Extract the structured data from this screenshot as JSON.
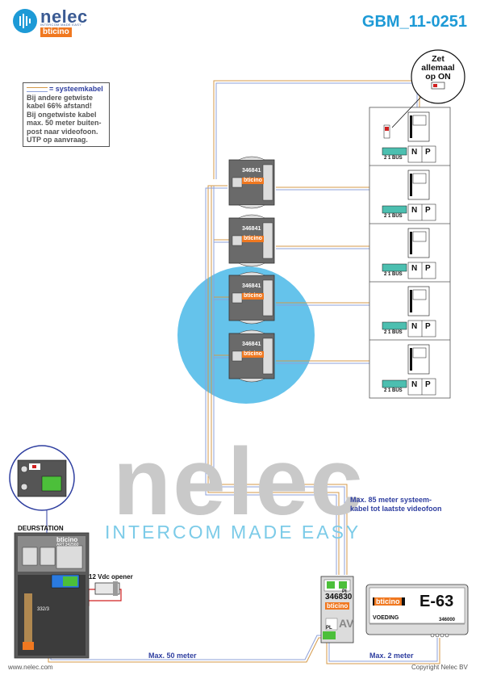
{
  "header": {
    "brand_name": "nelec",
    "brand_tagline": "INTERCOM MADE EASY",
    "brand_partner": "bticino",
    "doc_id": "GBM_11-0251"
  },
  "note": {
    "title": "= systeemkabel",
    "lines": [
      "Bij andere getwiste",
      "kabel 66% afstand!",
      "Bij ongetwiste kabel",
      "max. 50 meter buiten-",
      "post naar videofoon.",
      "UTP op aanvraag."
    ]
  },
  "callout": {
    "lines": [
      "Zet",
      "allemaal",
      "op ON"
    ]
  },
  "watermark": {
    "word": "nelec",
    "tagline": "INTERCOM MADE EASY"
  },
  "distributors": [
    {
      "code": "346841",
      "brand": "bticino"
    },
    {
      "code": "346841",
      "brand": "bticino"
    },
    {
      "code": "346841",
      "brand": "bticino"
    },
    {
      "code": "346841",
      "brand": "bticino"
    }
  ],
  "videophone_terminals": {
    "t1": "2",
    "t2": "1",
    "bus": "BUS",
    "n": "N",
    "p": "P"
  },
  "door_station": {
    "title": "DEURSTATION",
    "brand": "bticino",
    "code": "ART.342560",
    "module_code": "332/3"
  },
  "opener_label": "12 Vdc opener",
  "interface": {
    "code": "346830",
    "brand": "bticino",
    "av": "AV",
    "pi": "PI",
    "pl": "PL"
  },
  "power_supply": {
    "brand": "bticino",
    "model": "E-63",
    "label": "VOEDING",
    "code": "346000"
  },
  "distances": {
    "system_cable": "Max. 85 meter systeem-",
    "system_cable_2": "kabel tot laatste videofoon",
    "door_max": "Max. 50 meter",
    "supply_max": "Max. 2 meter"
  },
  "footer": {
    "left": "www.nelec.com",
    "right": "Copyright Nelec BV"
  }
}
